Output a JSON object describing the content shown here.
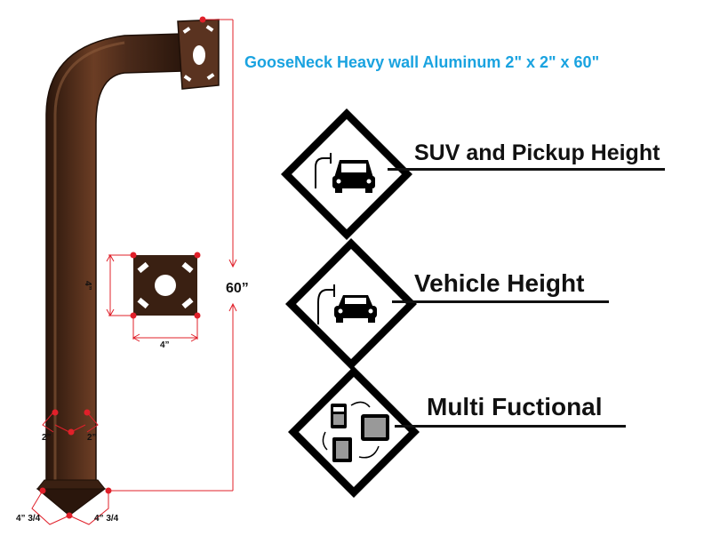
{
  "title": "GooseNeck Heavy wall Aluminum 2\" x 2\" x 60\"",
  "features": [
    {
      "label": "SUV and Pickup Height",
      "icon": "suv-pickup-icon"
    },
    {
      "label": "Vehicle Height",
      "icon": "car-icon"
    },
    {
      "label": "Multi Fuctional",
      "icon": "keypads-icon"
    }
  ],
  "dimensions": {
    "height": "60”",
    "plate_height": "4”",
    "plate_width": "4”",
    "post_width_left": "2”",
    "post_width_right": "2”",
    "base_left": "4” 3/4",
    "base_right": "4” 3/4"
  },
  "colors": {
    "title": "#1aa3e0",
    "post": "#4a2a1a",
    "dimension_lines": "#e0202a",
    "text": "#111111"
  }
}
